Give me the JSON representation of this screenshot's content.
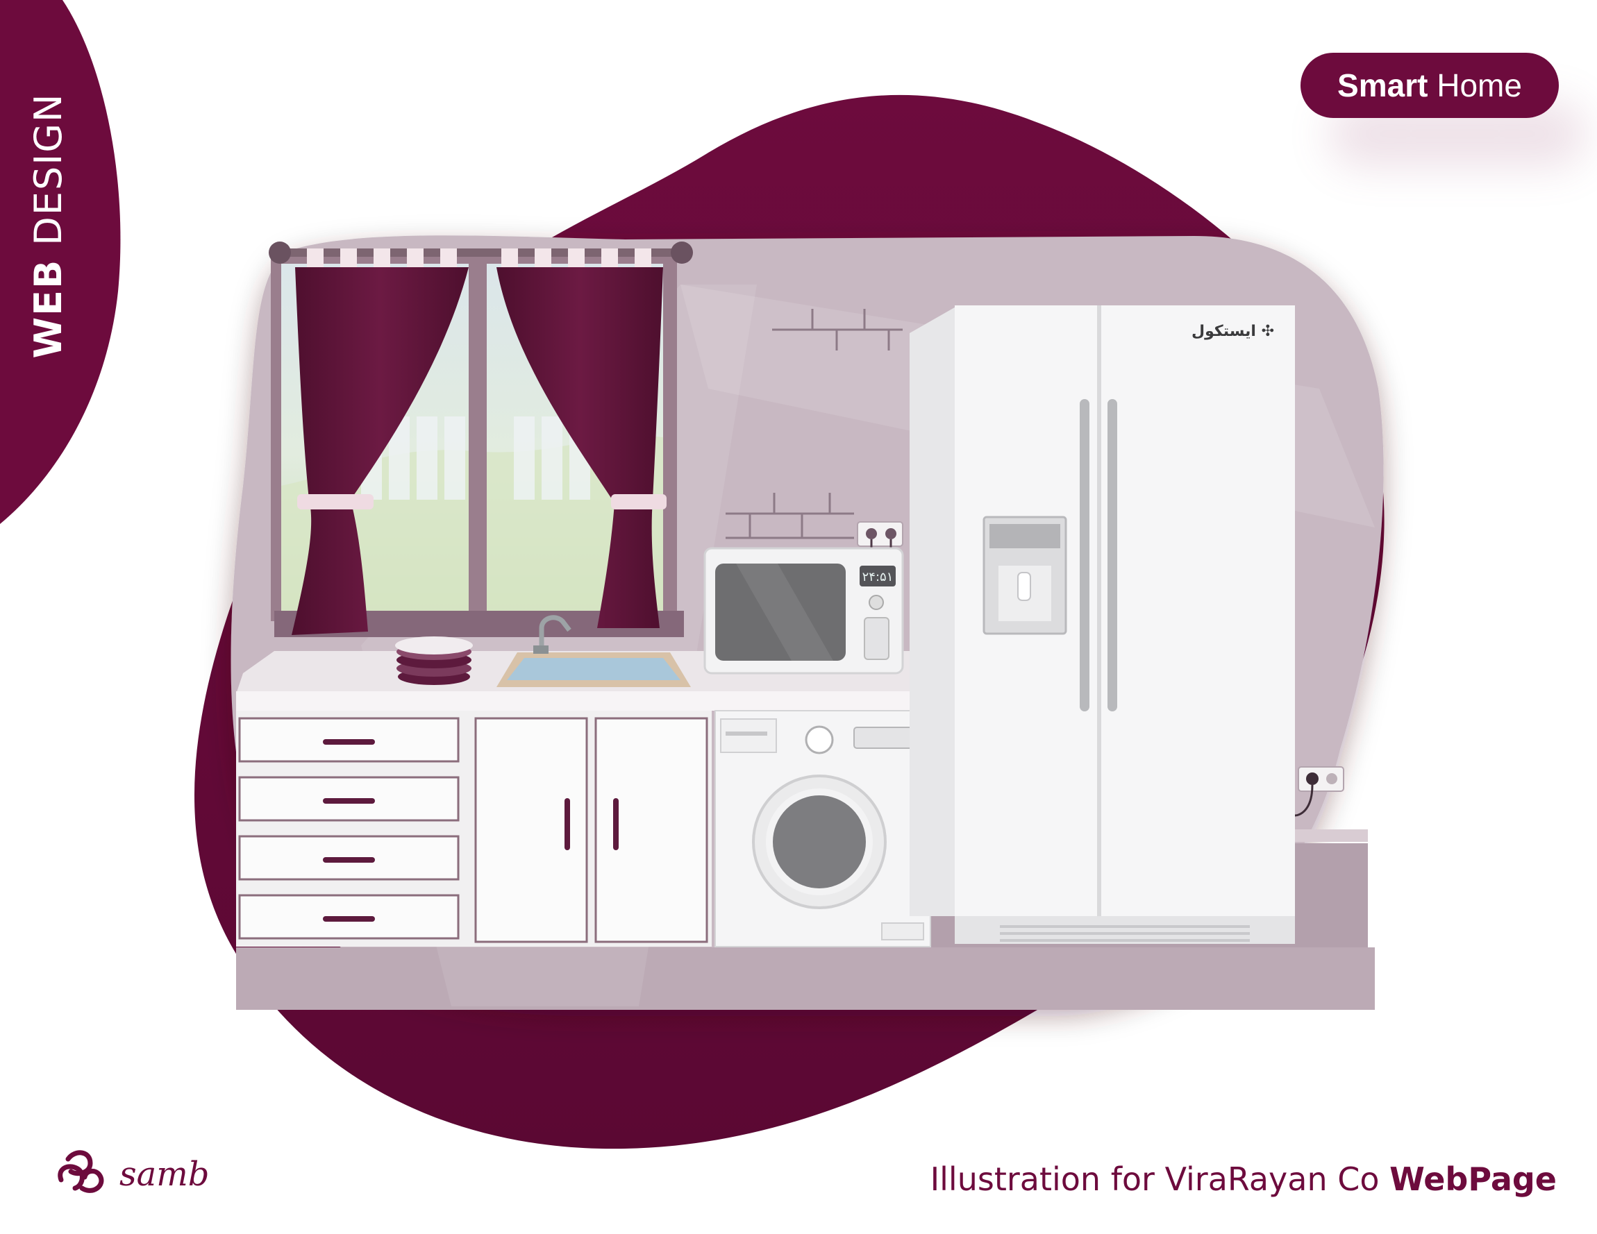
{
  "side_tab": {
    "bold": "WEB",
    "light": "DESIGN"
  },
  "pill": {
    "bold": "Smart",
    "light": "Home"
  },
  "fridge_brand": "ایستکول ✣",
  "microwave_display": "۲۴:۵۱",
  "footer": {
    "logo_text": "samb",
    "caption_prefix": "Illustration for ViraRayan Co ",
    "caption_bold": "WebPage"
  },
  "colors": {
    "brand": "#6d0b3d",
    "wall": "#c7b7c1",
    "cabinet": "#f1f1f1",
    "curtain": "#5e1438"
  }
}
